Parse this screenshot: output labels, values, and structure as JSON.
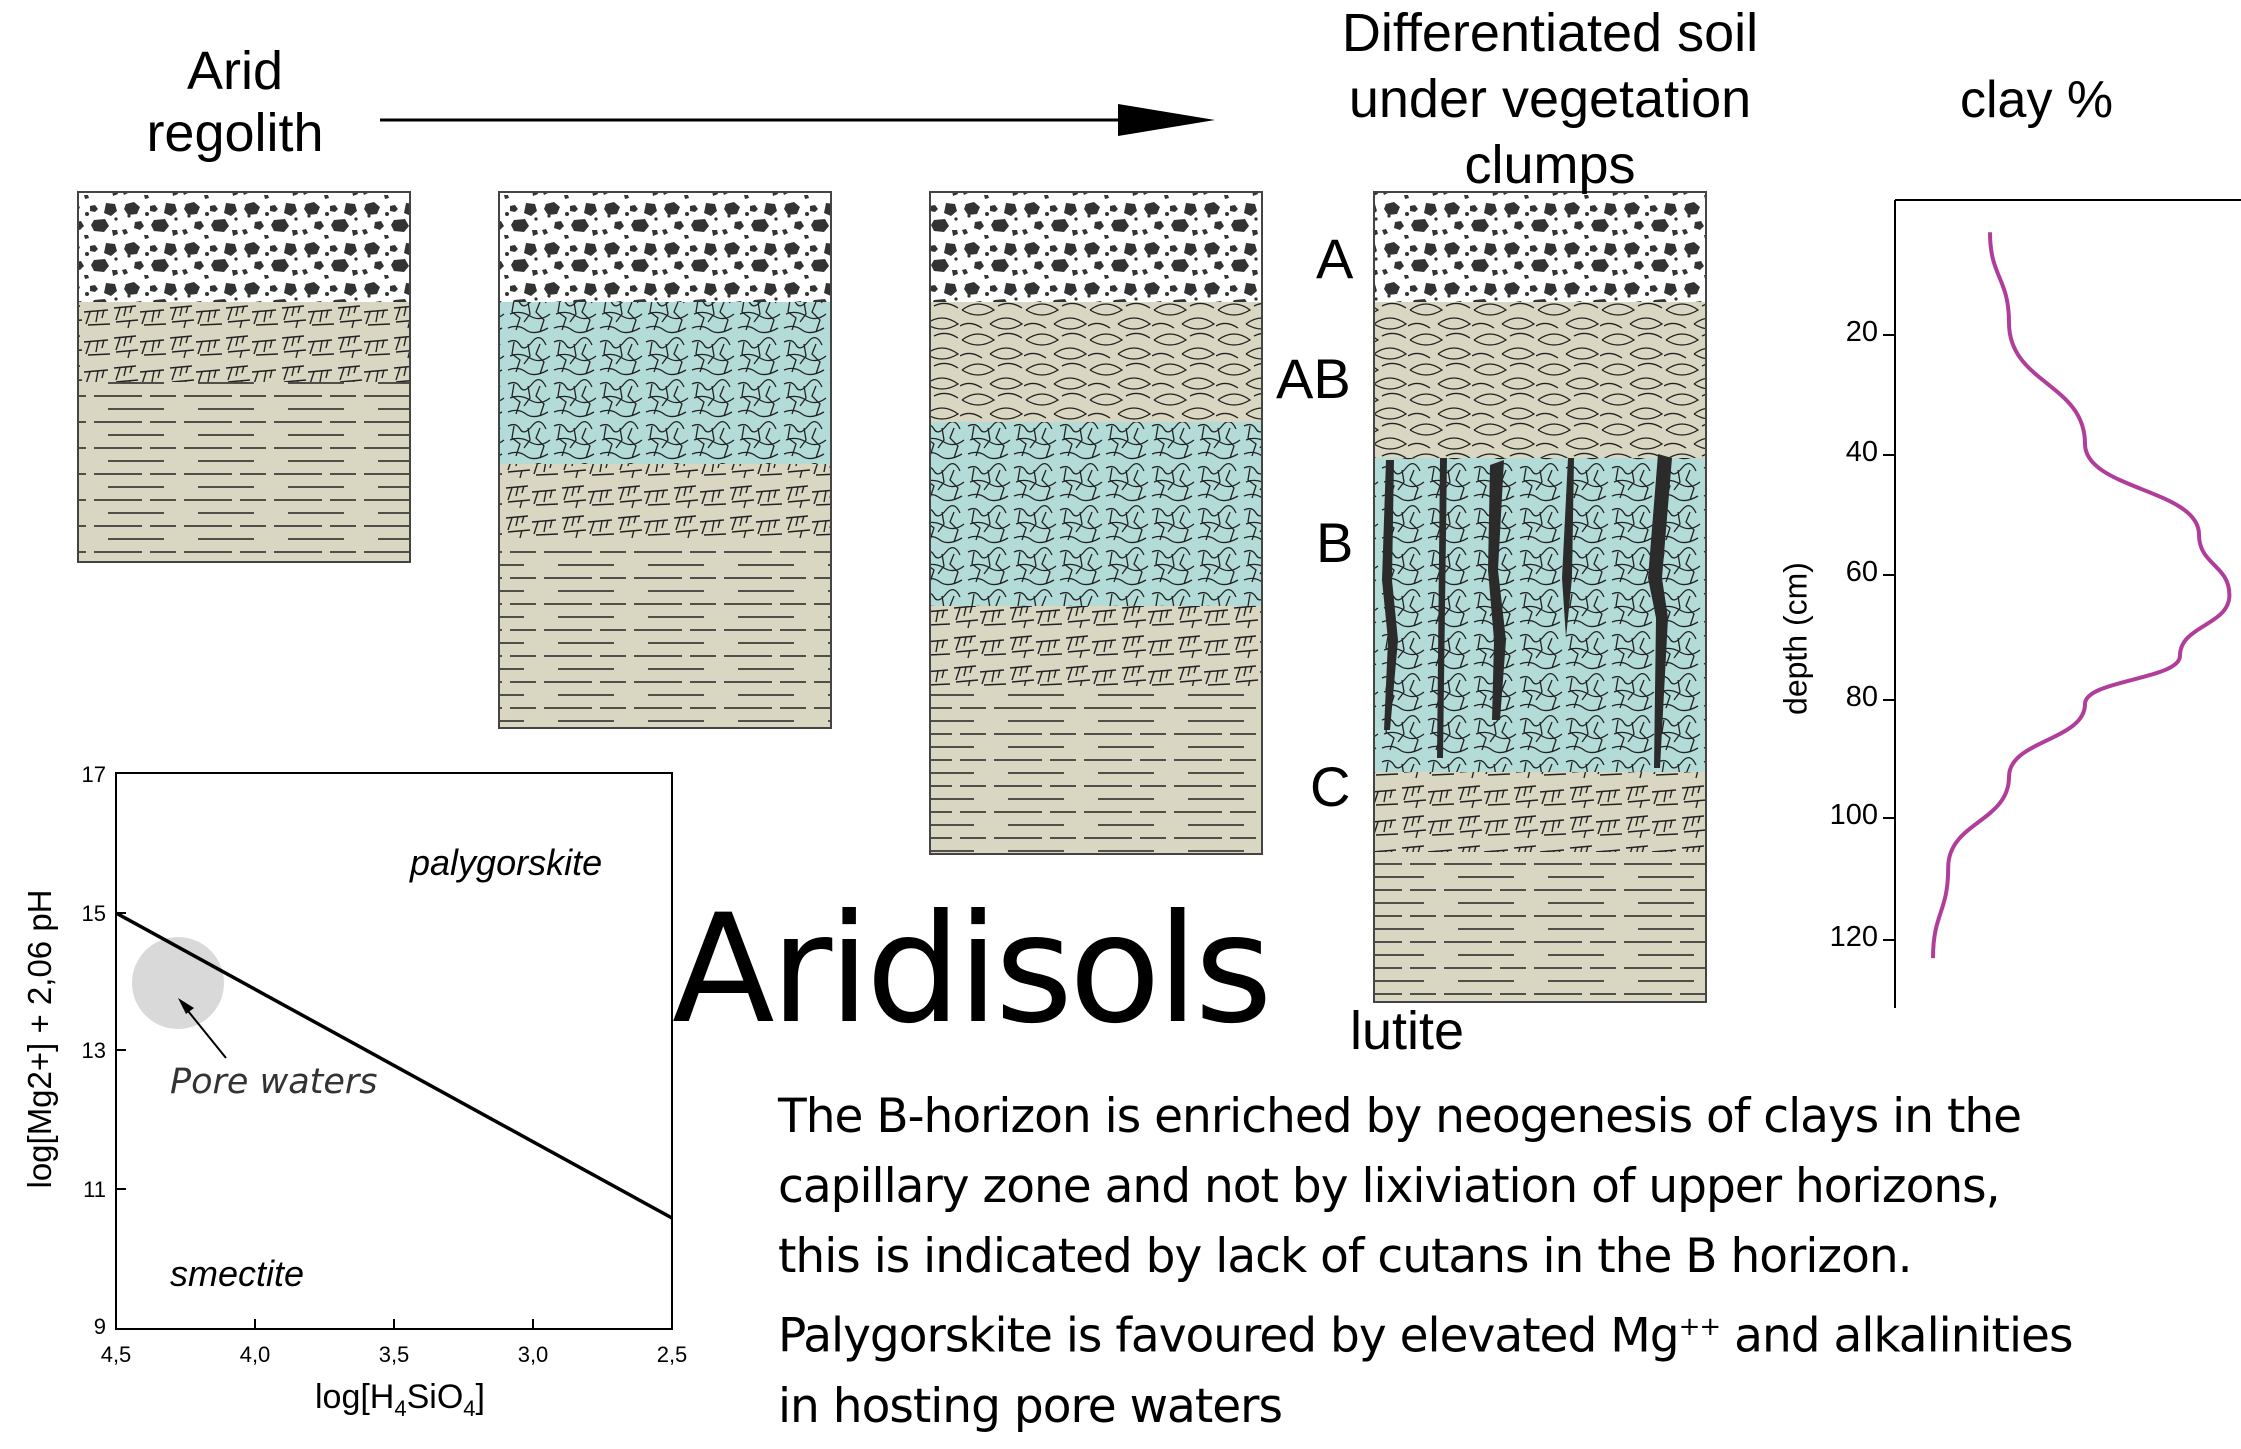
{
  "labels": {
    "arid_line1": "Arid",
    "arid_line2": "regolith",
    "diff_line1": "Differentiated soil",
    "diff_line2": "under vegetation",
    "diff_line3": "clumps",
    "clay": "clay %",
    "horizon_a": "A",
    "horizon_ab": "AB",
    "horizon_b": "B",
    "horizon_c": "C",
    "lutite": "lutite",
    "title": "Aridisols",
    "depth_axis": "depth  (cm)"
  },
  "paragraph": {
    "line1": "The B-horizon is enriched by neogenesis of clays in the",
    "line2": "capillary zone and not by lixiviation of upper horizons,",
    "line3": "this is indicated by lack of cutans in the B horizon.",
    "line4_a": "Palygorskite is favoured by elevated Mg",
    "line4_sup": "++",
    "line4_b": " and alkalinities",
    "line5": "in hosting pore waters"
  },
  "depth_ticks": [
    "20",
    "40",
    "60",
    "80",
    "100",
    "120"
  ],
  "clay_profile": {
    "depth_cm": [
      5,
      20,
      40,
      55,
      65,
      75,
      83,
      95,
      110,
      125
    ],
    "relative_clay": [
      0.25,
      0.3,
      0.5,
      0.8,
      0.88,
      0.75,
      0.5,
      0.3,
      0.14,
      0.1
    ]
  },
  "phase_diagram": {
    "x_ticks": [
      "4,5",
      "4,0",
      "3,5",
      "3,0",
      "2,5"
    ],
    "y_ticks": [
      "17",
      "15",
      "13",
      "11",
      "9"
    ],
    "x_label_pre": "log[H",
    "x_label_sub1": "4",
    "x_label_mid": "SiO",
    "x_label_sub2": "4",
    "x_label_post": "]",
    "y_label": "log[Mg2+] + 2,06 pH",
    "upper_field": "palygorskite",
    "lower_field": "smectite",
    "annotation": "Pore waters"
  },
  "colors": {
    "lutite_fill": "#d9d6c2",
    "b_horizon_fill": "#b3dcd8",
    "marker_fill": "#d9d9d9",
    "clay_curve": "#b13d9b",
    "pebble": "#333333"
  }
}
